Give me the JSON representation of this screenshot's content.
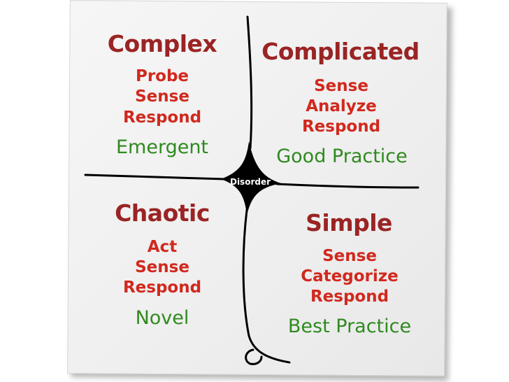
{
  "center": {
    "label": "Disorder"
  },
  "quadrants": {
    "complex": {
      "title": "Complex",
      "steps": [
        "Probe",
        "Sense",
        "Respond"
      ],
      "practice": "Emergent"
    },
    "complicated": {
      "title": "Complicated",
      "steps": [
        "Sense",
        "Analyze",
        "Respond"
      ],
      "practice": "Good Practice"
    },
    "chaotic": {
      "title": "Chaotic",
      "steps": [
        "Act",
        "Sense",
        "Respond"
      ],
      "practice": "Novel"
    },
    "simple": {
      "title": "Simple",
      "steps": [
        "Sense",
        "Categorize",
        "Respond"
      ],
      "practice": "Best Practice"
    }
  },
  "colors": {
    "title": "#9a2424",
    "step": "#d1291e",
    "practice": "#2f8a1f",
    "lines": "#000000",
    "paper": "#f2f2f2"
  }
}
